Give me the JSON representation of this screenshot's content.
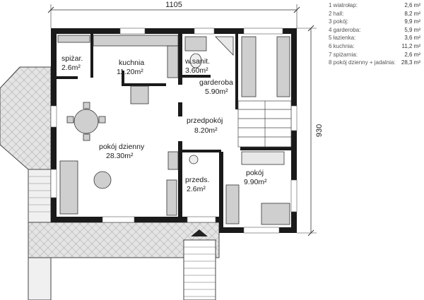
{
  "dimensions": {
    "width": "1105",
    "height": "930"
  },
  "rooms": [
    {
      "name": "spiżar.",
      "area": "2.6m²"
    },
    {
      "name": "kuchnia",
      "area": "11.20m²"
    },
    {
      "name": "w.sanit.",
      "area": "3.60m²"
    },
    {
      "name": "garderoba",
      "area": "5.90m²"
    },
    {
      "name": "przedpokój",
      "area": "8.20m²"
    },
    {
      "name": "pokój dzienny",
      "area": "28.30m²"
    },
    {
      "name": "przeds.",
      "area": "2.6m²"
    },
    {
      "name": "pokój",
      "area": "9.90m²"
    }
  ],
  "legend": [
    {
      "label": "1 wiatrołap:",
      "value": "2,6 m²"
    },
    {
      "label": "2 hall:",
      "value": "8,2 m²"
    },
    {
      "label": "3 pokój:",
      "value": "9,9 m²"
    },
    {
      "label": "4 garderoba:",
      "value": "5,9 m²"
    },
    {
      "label": "5 łazienka:",
      "value": "3,6 m²"
    },
    {
      "label": "6 kuchnia:",
      "value": "11,2 m²"
    },
    {
      "label": "7 spiżarnia:",
      "value": "2,6 m²"
    },
    {
      "label": "8 pokój dzienny + jadalnia:",
      "value": "28,3 m²"
    }
  ],
  "colors": {
    "wall": "#1a1a1a",
    "terrace": "#d8d8d8",
    "furniture": "#bdbdbd"
  }
}
